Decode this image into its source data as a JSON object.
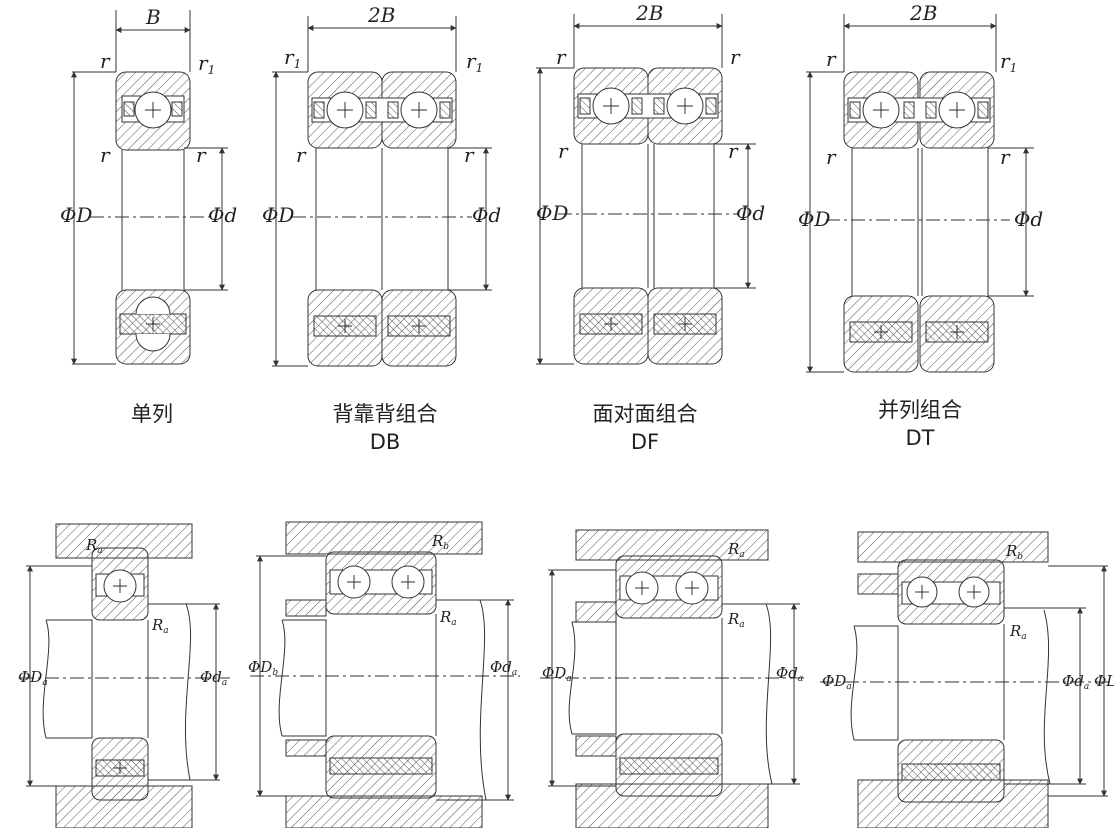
{
  "labels": {
    "B": "B",
    "twoB": "2B",
    "r": "r",
    "r1": "r",
    "r1_sub": "1",
    "phiD": "ΦD",
    "phid": "Φd",
    "Ra_main": "R",
    "a_sub": "a",
    "b_sub": "b",
    "Rb_main": "R",
    "phiDa_main": "ΦD",
    "phida_main": "Φd",
    "phiDb_main": "ΦD",
    "phiL": "ΦL"
  },
  "captions": [
    {
      "name": "单列",
      "code": ""
    },
    {
      "name": "背靠背组合",
      "code": "DB"
    },
    {
      "name": "面对面组合",
      "code": "DF"
    },
    {
      "name": "并列组合",
      "code": "DT"
    }
  ],
  "colors": {
    "line": "#333333",
    "hatch": "#555555",
    "text": "#222222"
  }
}
